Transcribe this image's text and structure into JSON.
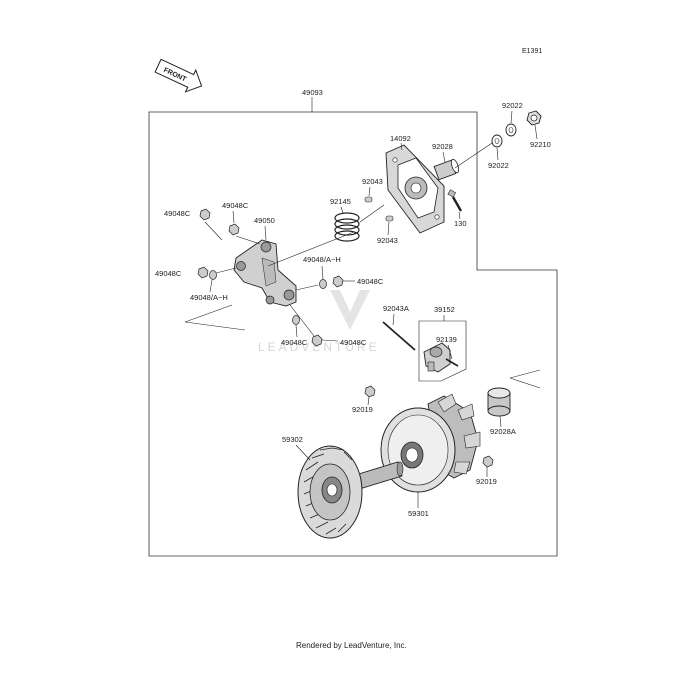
{
  "diagram": {
    "code": "E1391",
    "front_label": "FRONT",
    "footer": "Rendered by LeadVenture, Inc.",
    "watermark": "LEADVENTURE",
    "labels": {
      "l49093": "49093",
      "l14092": "14092",
      "l92028": "92028",
      "l92022a": "92022",
      "l92022b": "92022",
      "l92210": "92210",
      "l92043a": "92043",
      "l92043b": "92043",
      "l130": "130",
      "l92145": "92145",
      "l49050": "49050",
      "l49048c_a": "49048C",
      "l49048c_b": "49048C",
      "l49048c_c": "49048C",
      "l49048c_d": "49048C",
      "l49048c_e": "49048C",
      "l49048c_f": "49048C",
      "l49048ah_a": "49048/A~H",
      "l49048ah_b": "49048/A~H",
      "l92043a_pin": "92043A",
      "l39152": "39152",
      "l92139": "92139",
      "l92019a": "92019",
      "l92019b": "92019",
      "l92028a": "92028A",
      "l59302": "59302",
      "l59301": "59301"
    }
  }
}
